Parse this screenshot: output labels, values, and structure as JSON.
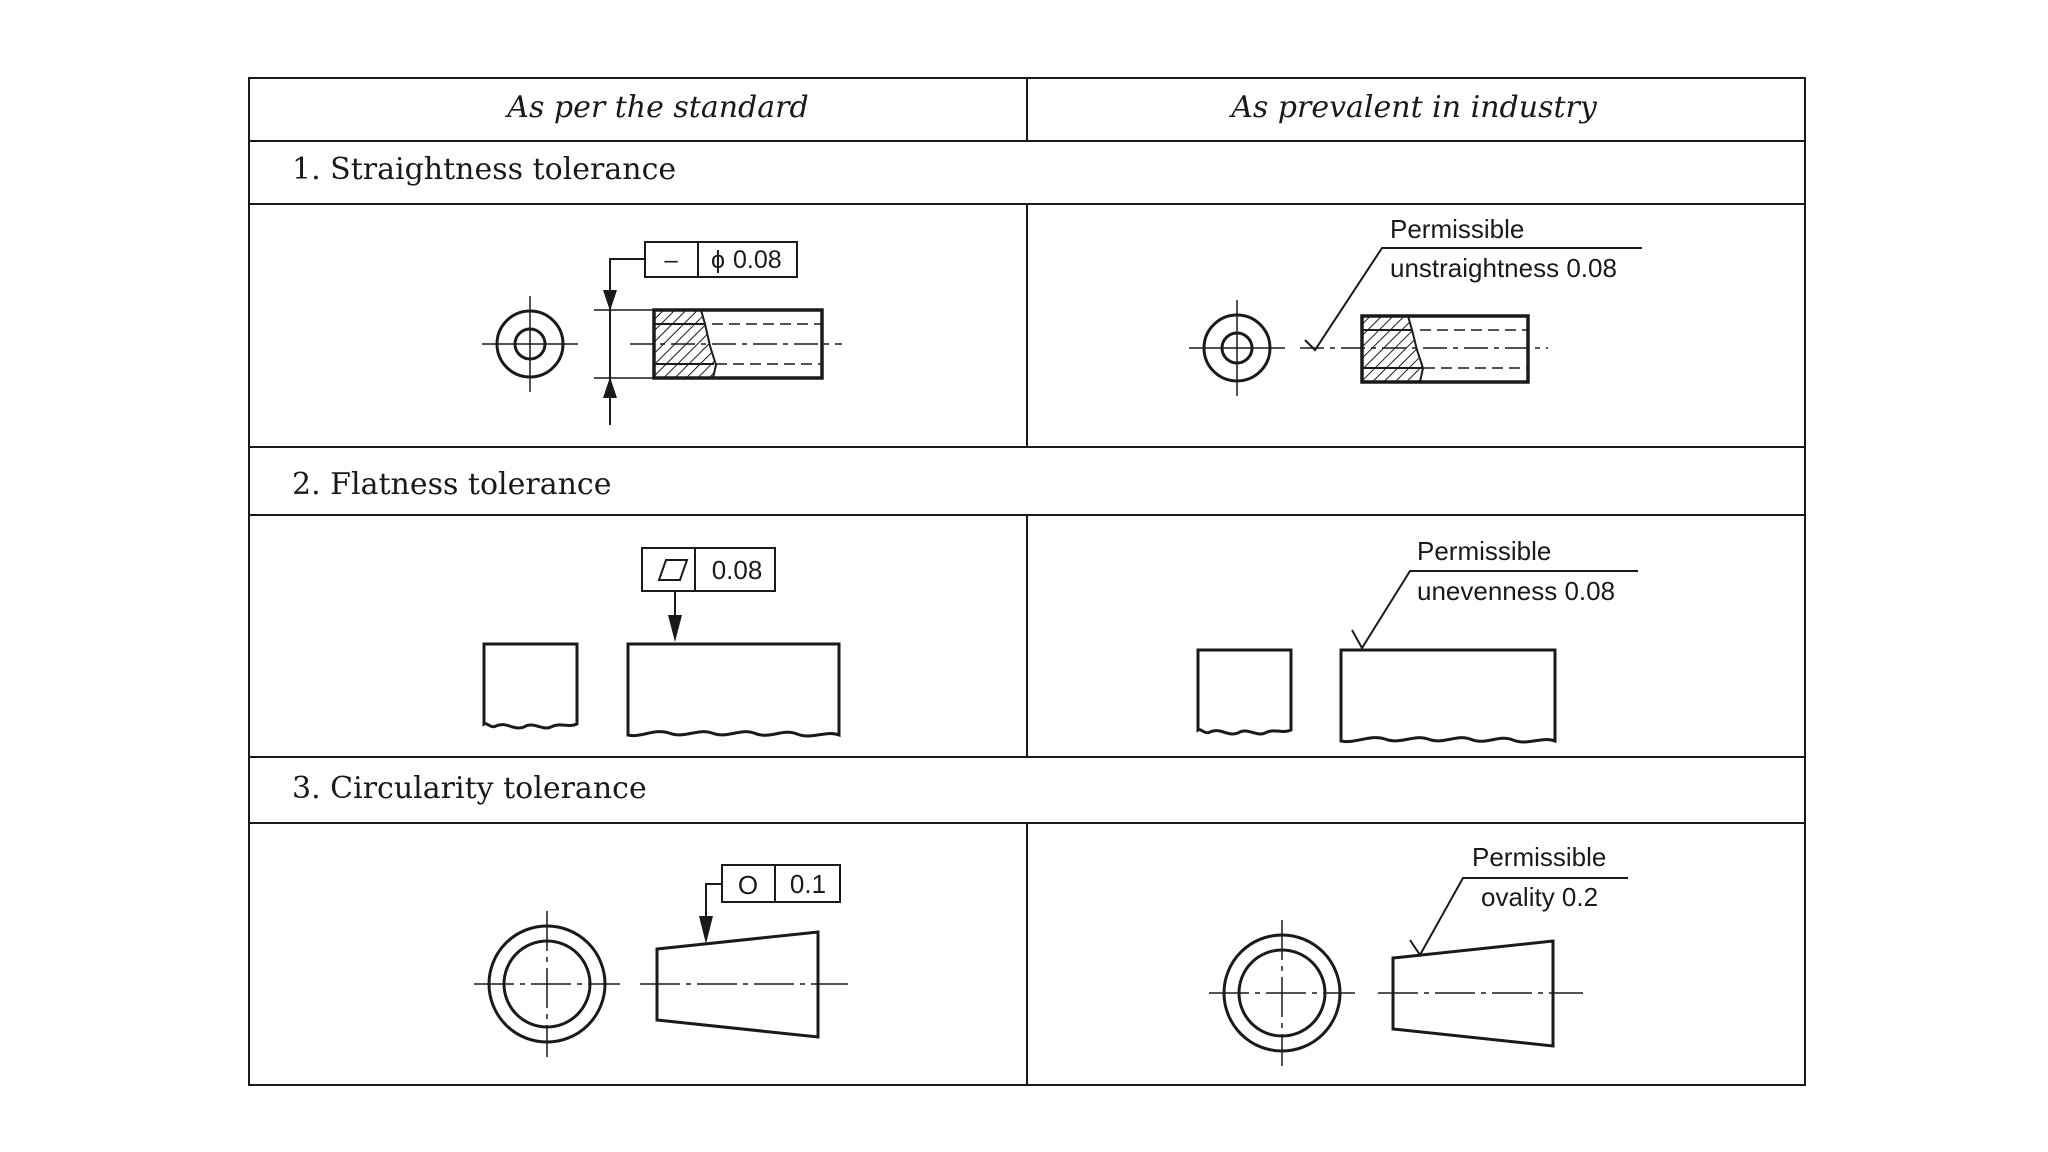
{
  "table": {
    "headers": {
      "standard": "As per the standard",
      "industry": "As prevalent in industry"
    },
    "sections": [
      {
        "title": "1. Straightness tolerance",
        "standard_frame": {
          "symbol_glyph": "–",
          "diameter_glyph": "ϕ",
          "value": "0.08"
        },
        "industry_note": {
          "line1": "Permissible",
          "line2": "unstraightness 0.08"
        }
      },
      {
        "title": "2. Flatness tolerance",
        "standard_frame": {
          "value": "0.08"
        },
        "industry_note": {
          "line1": "Permissible",
          "line2": "unevenness 0.08"
        }
      },
      {
        "title": "3. Circularity tolerance",
        "standard_frame": {
          "symbol_glyph": "O",
          "value": "0.1"
        },
        "industry_note": {
          "line1": "Permissible",
          "line2": "ovality 0.2"
        }
      }
    ]
  },
  "colors": {
    "ink": "#1a1a1a",
    "background": "#ffffff"
  }
}
